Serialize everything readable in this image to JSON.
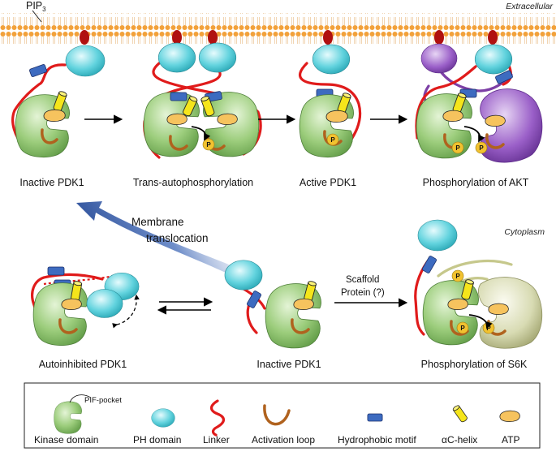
{
  "membrane": {
    "pip3_label": "PIP",
    "pip3_subscript": "3",
    "extracellular_label": "Extracellular",
    "cytoplasm_label": "Cytoplasm"
  },
  "stage_labels": {
    "inactive_top": "Inactive PDK1",
    "trans_autophos": "Trans-autophosphorylation",
    "active": "Active PDK1",
    "akt": "Phosphorylation of AKT",
    "autoinhibited": "Autoinhibited PDK1",
    "inactive_mid": "Inactive PDK1",
    "s6k": "Phosphorylation of S6K"
  },
  "arrow_labels": {
    "membrane_translocation_1": "Membrane",
    "membrane_translocation_2": "translocation",
    "scaffold_1": "Scaffold",
    "scaffold_2": "Protein (?)"
  },
  "phospho_label": "P",
  "legend": {
    "pif_pocket": "PIF-pocket",
    "kinase_domain": "Kinase domain",
    "ph_domain": "PH domain",
    "linker": "Linker",
    "activation_loop": "Activation loop",
    "hydrophobic_motif": "Hydrophobic motif",
    "ac_helix": "αC-helix",
    "atp": "ATP"
  },
  "colors": {
    "kinase_green": "#8fc46f",
    "ph_cyan": "#5fd1dc",
    "linker_red": "#e01b1b",
    "activation_loop_brown": "#b0621e",
    "hydrophobic_blue": "#3d6bc0",
    "helix_yellow": "#f5e51b",
    "atp_orange": "#f6c35e",
    "akt_purple": "#8a4cb8",
    "s6k_olive": "#c7cc9a",
    "pip3_red": "#b01010",
    "translocation_arrow_blue": "#2c4f9a"
  }
}
